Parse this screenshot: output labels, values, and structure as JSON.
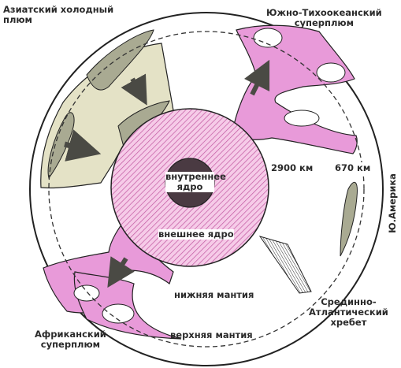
{
  "labels": {
    "asian_plume": "Азиатский холодный\nплюм",
    "south_pacific": "Южно-Тихоокеанский\nсуперплюм",
    "depth_2900": "2900 км",
    "depth_670": "670 км",
    "south_america": "Ю.Америка",
    "inner_core": "внутреннее\nядро",
    "outer_core": "внешнее ядро",
    "lower_mantle": "нижняя мантия",
    "upper_mantle": "верхняя мантия",
    "mid_atlantic": "Срединно-\nАтлантический\nхребет",
    "african": "Африканский\nсуперплюм"
  },
  "colors": {
    "superplume": "#e89ad9",
    "cold_plume": "#e4e2c6",
    "cold_plume_dark": "#a9aa92",
    "core_hatch": "#c0569f",
    "inner_core": "#4a3a42",
    "outline": "#222222"
  }
}
